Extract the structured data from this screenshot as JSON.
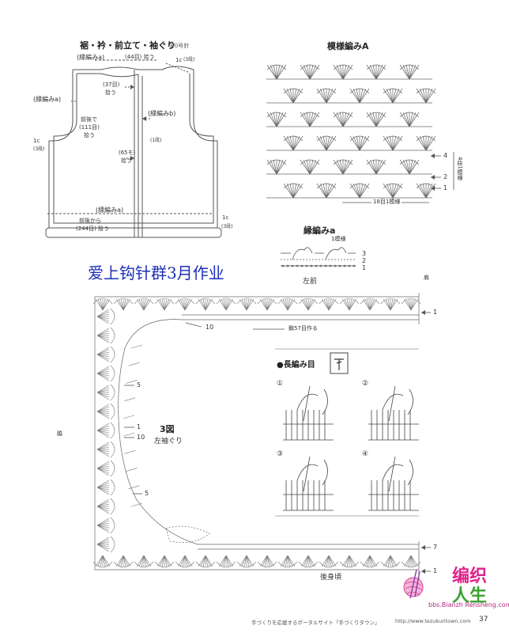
{
  "vest_diagram": {
    "title": "裾・衿・前立て・袖ぐり",
    "needle": "3/0号針",
    "top_edging": "(縁編みa)",
    "top_count": "(44目) 拾う",
    "mark_1c_top": "1c",
    "mark_3dan_top": "(3段)",
    "neck_count": "(37目)",
    "neck_pick": "拾う",
    "left_edging": "(縁編みa)",
    "right_edging": "(縁編みb)",
    "front_back": "前後で",
    "count_111": "(111目)",
    "pick_111": "拾う",
    "mark_1c_left": "1c",
    "mark_3dan_left": "(3段)",
    "count_65": "(65モ)",
    "pick_65": "拾う",
    "one_dan": "(1段)",
    "bottom_edging": "(縁編みa)",
    "from_front_back": "前後から",
    "count_244": "(244目) 拾う",
    "mark_1c_bottom": "1c",
    "mark_3dan_bottom": "(3段)"
  },
  "pattern_a": {
    "title": "模様編みA",
    "row4": "4",
    "row2": "2",
    "row1": "1",
    "repeat_rows": "4段1模様",
    "repeat_stitches": "18目1模様"
  },
  "edging_a": {
    "title": "縁編みa",
    "repeat": "1模様",
    "row3": "3",
    "row2": "2",
    "row1": "1",
    "label": "左前"
  },
  "watermark": "爱上钩针群3月作业",
  "figure3": {
    "shoulder": "肩",
    "side": "脇",
    "chain_note": "鎖57目作る",
    "row1_top": "1",
    "row10_top": "10",
    "row5_left": "5",
    "row1_mid": "1",
    "row10_mid": "10",
    "row5_low": "5",
    "fig_no": "3図",
    "fig_name": "左袖ぐり",
    "back_body": "後身頃",
    "row7": "7",
    "row1_bottom": "1"
  },
  "stitch_guide": {
    "title": "●長編み目",
    "steps": [
      "①",
      "②",
      "③",
      "④"
    ]
  },
  "footer": {
    "portal": "手づくりを応援するポータルサイト「手づくりタウン」",
    "url": "http://www.tezukuritown.com",
    "page": "37",
    "logo_top": "编织",
    "logo_bottom": "人生",
    "bbs": "bbs.Bianzh Rensheng.com"
  }
}
